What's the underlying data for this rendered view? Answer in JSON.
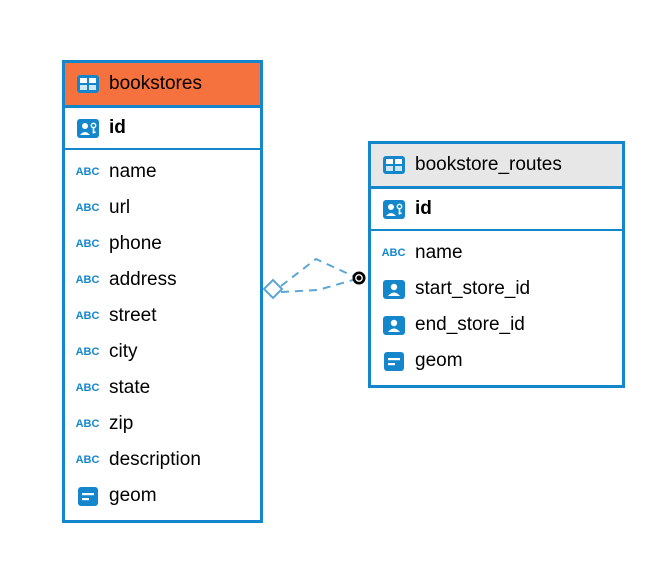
{
  "diagram": {
    "kind": "entity-relationship-diagram",
    "colors": {
      "table_border": "#1487cc",
      "header_selected": "#f5713d",
      "header_normal": "#e7e7e7",
      "icon_blue": "#1487cc",
      "connector": "#5aa7d6",
      "text": "#000000"
    }
  },
  "tables": [
    {
      "name": "bookstores",
      "header_style": "orange",
      "key": {
        "name": "id",
        "icon": "primary-key-icon"
      },
      "columns": [
        {
          "name": "name",
          "icon": "text-type-icon"
        },
        {
          "name": "url",
          "icon": "text-type-icon"
        },
        {
          "name": "phone",
          "icon": "text-type-icon"
        },
        {
          "name": "address",
          "icon": "text-type-icon"
        },
        {
          "name": "street",
          "icon": "text-type-icon"
        },
        {
          "name": "city",
          "icon": "text-type-icon"
        },
        {
          "name": "state",
          "icon": "text-type-icon"
        },
        {
          "name": "zip",
          "icon": "text-type-icon"
        },
        {
          "name": "description",
          "icon": "text-type-icon"
        },
        {
          "name": "geom",
          "icon": "geometry-type-icon"
        }
      ]
    },
    {
      "name": "bookstore_routes",
      "header_style": "gray",
      "key": {
        "name": "id",
        "icon": "primary-key-icon"
      },
      "columns": [
        {
          "name": "name",
          "icon": "text-type-icon"
        },
        {
          "name": "start_store_id",
          "icon": "foreign-key-icon"
        },
        {
          "name": "end_store_id",
          "icon": "foreign-key-icon"
        },
        {
          "name": "geom",
          "icon": "geometry-type-icon"
        }
      ]
    }
  ],
  "relationships": [
    {
      "from_table": "bookstores",
      "to_table": "bookstore_routes",
      "style": "dashed"
    }
  ],
  "icons": {
    "abc_text": "ABC"
  }
}
